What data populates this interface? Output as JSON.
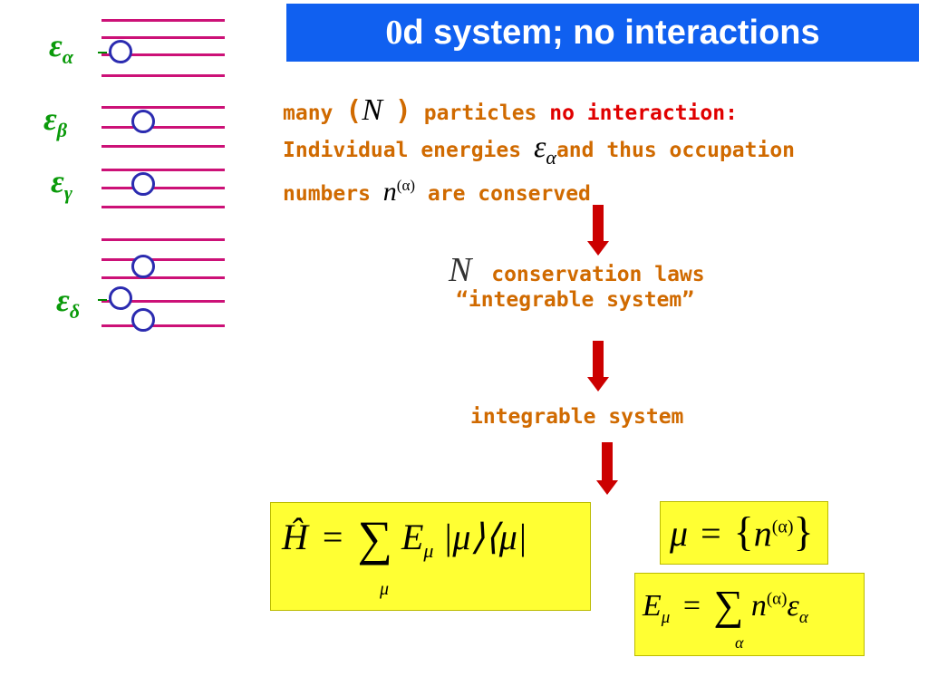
{
  "title": {
    "prefix": "0",
    "text": "d system; no interactions"
  },
  "levels": {
    "eps_alpha": {
      "symbol": "ε",
      "sub": "α"
    },
    "eps_beta": {
      "symbol": "ε",
      "sub": "β"
    },
    "eps_gamma": {
      "symbol": "ε",
      "sub": "γ"
    },
    "eps_delta": {
      "symbol": "ε",
      "sub": "δ"
    }
  },
  "intro": {
    "many": "many",
    "paren_open": "(",
    "N": "N",
    "paren_close": ")",
    "particles": "particles",
    "no_interaction": "no interaction:",
    "individual": "Individual energies",
    "eps": "ε",
    "eps_sub": "α",
    "and_thus": "and thus occupation",
    "numbers": "numbers",
    "n": "n",
    "n_sup": "(α)",
    "conserved": "are conserved"
  },
  "conservation": {
    "N": "N",
    "laws": "conservation laws",
    "integrable_quoted": "“integrable system”"
  },
  "integrable": "integrable system",
  "formulas": {
    "hamiltonian": {
      "H": "Ĥ",
      "eq": "=",
      "sum": "∑",
      "E": "E",
      "mu_sub": "μ",
      "ket": "|μ⟩⟨μ|",
      "sum_idx": "μ"
    },
    "mu_def": {
      "mu": "μ",
      "eq": "=",
      "open": "{",
      "n": "n",
      "sup": "(α)",
      "close": "}"
    },
    "energy": {
      "E": "E",
      "E_sub": "μ",
      "eq": "=",
      "sum": "∑",
      "n": "n",
      "sup": "(α)",
      "eps": "ε",
      "eps_sub": "α",
      "sum_idx": "α"
    }
  },
  "colors": {
    "title_bg": "#1060f0",
    "level_line": "#cc1177",
    "text_orange": "#d06a00",
    "arrow": "#cc0000",
    "formula_bg": "#ffff33"
  }
}
